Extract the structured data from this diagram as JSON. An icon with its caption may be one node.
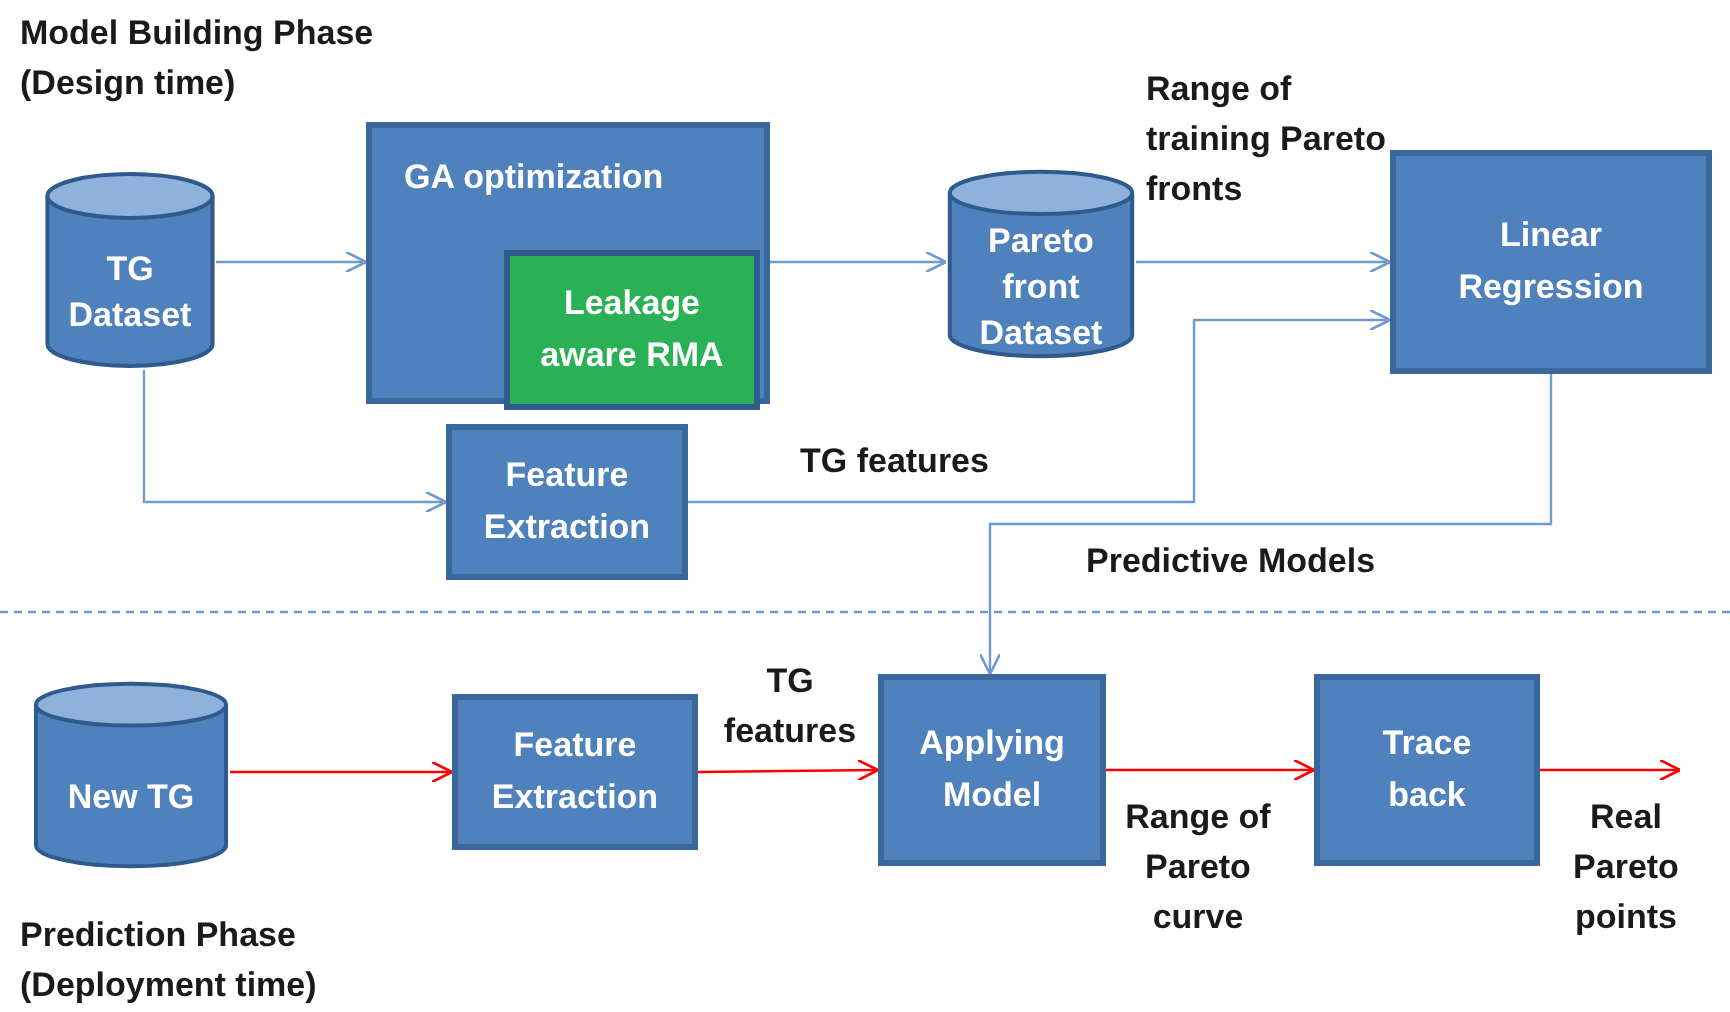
{
  "diagram": {
    "nodes": [
      {
        "text": [
          "TG Dataset"
        ]
      },
      {
        "text": [
          "GA optimization"
        ]
      },
      {
        "text": [
          "Leakage aware RMA"
        ],
        "in": 1
      },
      {
        "text": [
          "Pareto front Dataset"
        ]
      },
      {
        "text": [
          "Linear Regression"
        ]
      },
      {
        "text": [
          "Feature Extraction"
        ]
      },
      {
        "text": [
          "New TG"
        ]
      },
      {
        "text": [
          "Feature Extraction"
        ]
      },
      {
        "text": [
          "Applying Model"
        ]
      },
      {
        "text": [
          "Trace back"
        ]
      }
    ],
    "edges": [
      {
        "from": 0,
        "to": 1,
        "arrow": "to"
      },
      {
        "from": 1,
        "to": 3,
        "arrow": "to"
      },
      {
        "from": 3,
        "to": 4,
        "arrow": "to",
        "label": "Range of training Pareto fronts"
      },
      {
        "from": 0,
        "to": 5,
        "arrow": "to"
      },
      {
        "from": 5,
        "to": 4,
        "arrow": "to",
        "label": "TG features"
      },
      {
        "from": 4,
        "to": 8,
        "arrow": "to",
        "label": "Predictive Models"
      },
      {
        "from": 6,
        "to": 7,
        "arrow": "to",
        "color": "#ff0000"
      },
      {
        "from": 7,
        "to": 8,
        "arrow": "to",
        "color": "#ff0000",
        "label": "TG features"
      },
      {
        "from": 8,
        "to": 9,
        "arrow": "to",
        "color": "#ff0000",
        "label": "Range of Pareto curve"
      },
      {
        "from": 9,
        "to": null,
        "arrow": "to",
        "color": "#ff0000",
        "label": "Real Pareto points"
      }
    ],
    "labels": [
      "Model Building Phase (Design time)",
      "Prediction Phase (Deployment time)"
    ]
  }
}
